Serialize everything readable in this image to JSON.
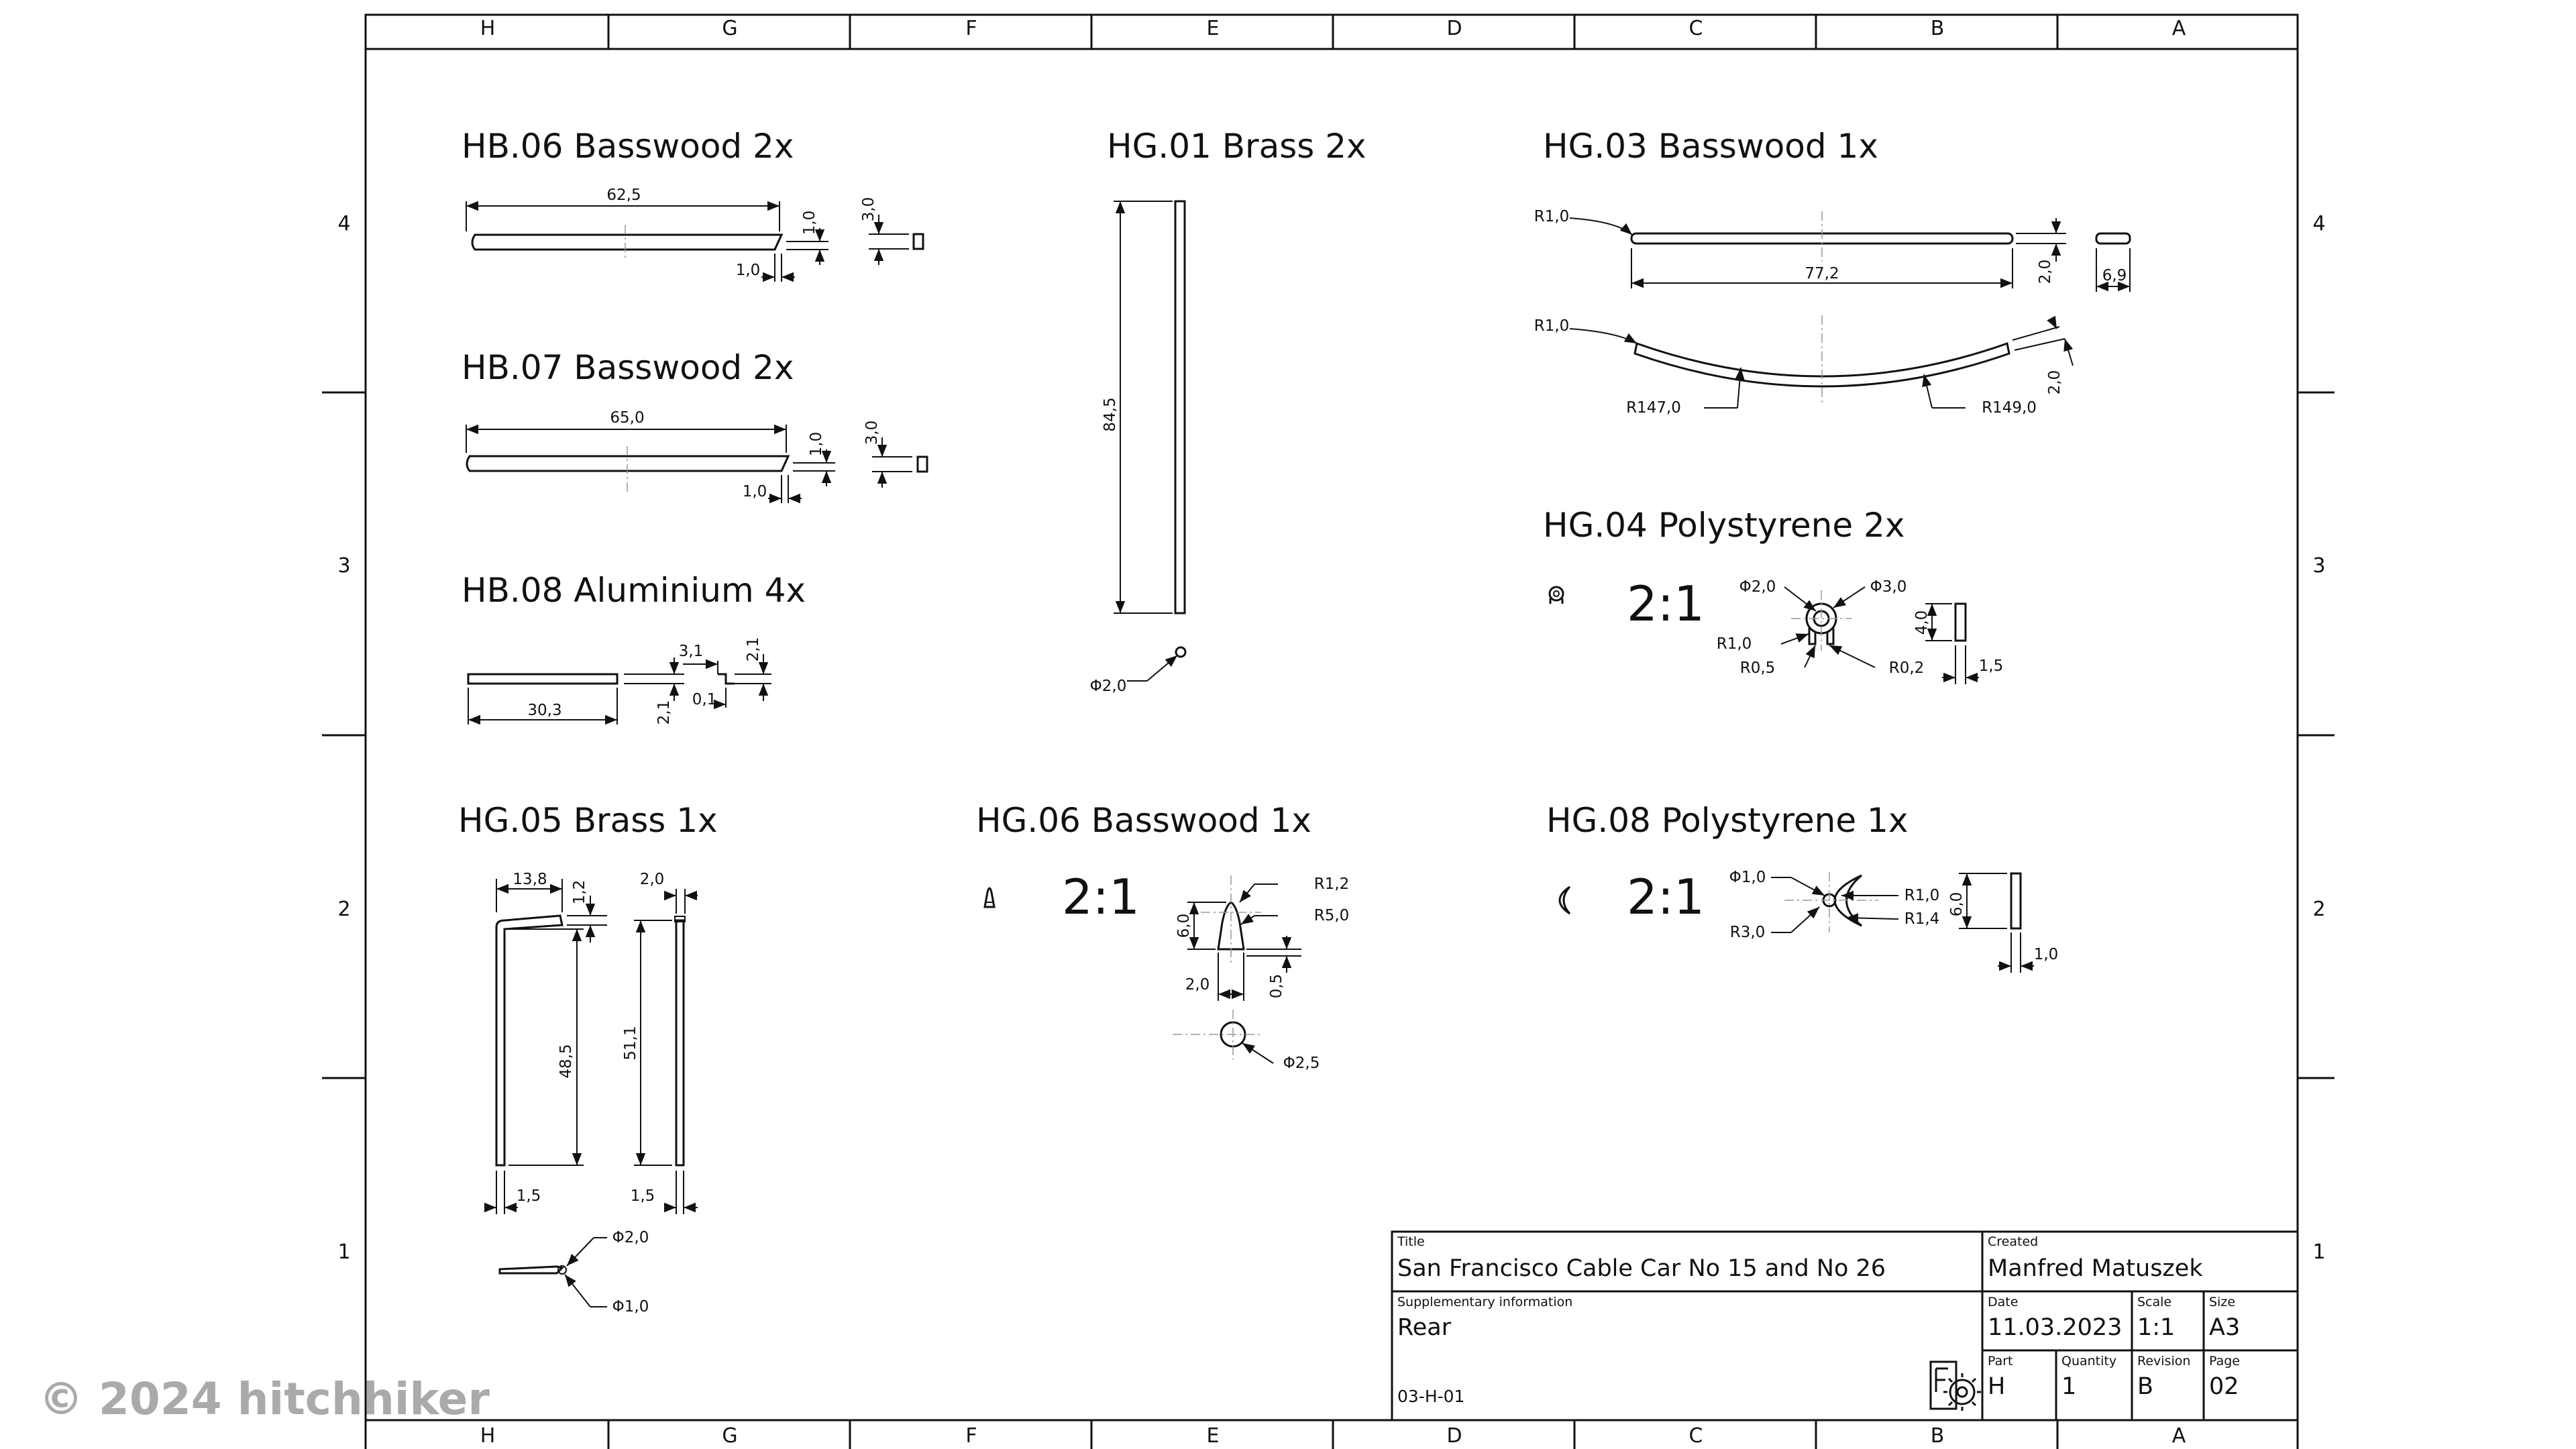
{
  "frame": {
    "columns": [
      "H",
      "G",
      "F",
      "E",
      "D",
      "C",
      "B",
      "A"
    ],
    "rows": [
      "4",
      "3",
      "2",
      "1"
    ]
  },
  "parts": [
    {
      "title": "HB.06 Basswood 2x",
      "dims": [
        "62,5",
        "1,0",
        "3,0",
        "1,0"
      ]
    },
    {
      "title": "HB.07 Basswood 2x",
      "dims": [
        "65,0",
        "1,0",
        "3,0",
        "1,0"
      ]
    },
    {
      "title": "HB.08 Aluminium 4x",
      "dims": [
        "30,3",
        "3,1",
        "2,1",
        "2,1",
        "0,1"
      ]
    },
    {
      "title": "HG.01 Brass 2x",
      "dims": [
        "84,5",
        "Φ2,0"
      ]
    },
    {
      "title": "HG.03 Basswood 1x",
      "dims": [
        "R1,0",
        "77,2",
        "2,0",
        "6,9",
        "R1,0",
        "R147,0",
        "R149,0",
        "2,0"
      ]
    },
    {
      "title": "HG.04 Polystyrene 2x",
      "scale": "2:1",
      "dims": [
        "Φ2,0",
        "Φ3,0",
        "R1,0",
        "R0,5",
        "R0,2",
        "4,0",
        "1,5"
      ]
    },
    {
      "title": "HG.05 Brass 1x",
      "dims": [
        "13,8",
        "1,2",
        "2,0",
        "48,5",
        "51,1",
        "1,5",
        "1,5",
        "Φ2,0",
        "Φ1,0"
      ]
    },
    {
      "title": "HG.06 Basswood 1x",
      "scale": "2:1",
      "dims": [
        "R1,2",
        "R5,0",
        "6,0",
        "2,0",
        "0,5",
        "Φ2,5"
      ]
    },
    {
      "title": "HG.08 Polystyrene 1x",
      "scale": "2:1",
      "dims": [
        "Φ1,0",
        "R1,0",
        "R1,4",
        "R3,0",
        "6,0",
        "1,0"
      ]
    }
  ],
  "title_block": {
    "title_label": "Title",
    "title": "San Francisco Cable Car No 15 and No 26",
    "created_label": "Created",
    "created": "Manfred Matuszek",
    "supp_label": "Supplementary information",
    "supp": "Rear",
    "drawing_no": "03-H-01",
    "date_label": "Date",
    "date": "11.03.2023",
    "scale_label": "Scale",
    "scale": "1:1",
    "size_label": "Size",
    "size": "A3",
    "part_label": "Part",
    "part": "H",
    "quantity_label": "Quantity",
    "quantity": "1",
    "revision_label": "Revision",
    "revision": "B",
    "page_label": "Page",
    "page": "02",
    "logo_icon": "freecad-logo-icon"
  },
  "watermark": "© 2024 hitchhiker"
}
